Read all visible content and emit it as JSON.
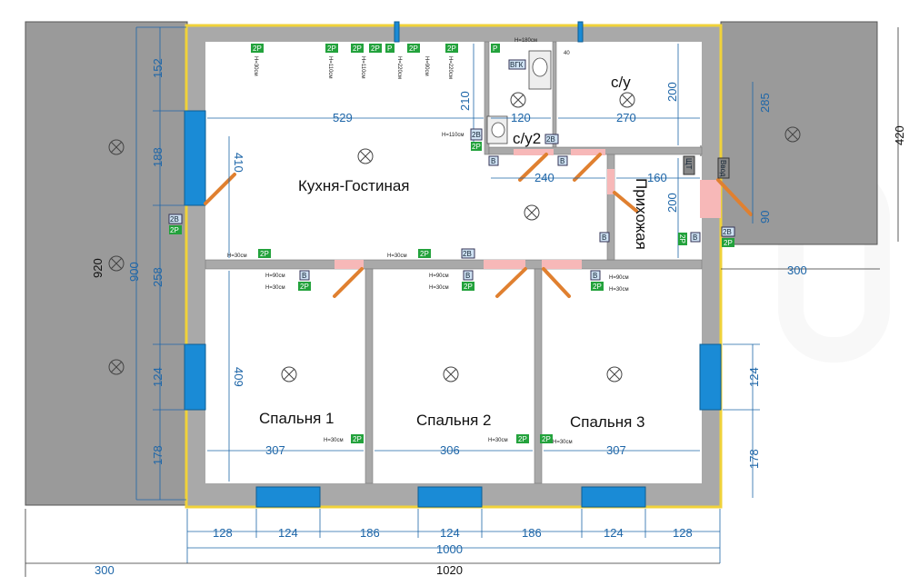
{
  "rooms": {
    "kitchen_living": "Кухня-Гостиная",
    "su": "с/у",
    "su2": "с/у2",
    "hall": "Прихожая",
    "bed1": "Спальня 1",
    "bed2": "Спальня 2",
    "bed3": "Спальня 3"
  },
  "dims": {
    "left_152": "152",
    "left_188": "188",
    "left_258": "258",
    "left_124": "124",
    "left_178": "178",
    "total_920": "920",
    "total_900": "900",
    "right_285": "285",
    "right_420": "420",
    "right_90": "90",
    "right_300": "300",
    "right_124": "124",
    "right_178": "178",
    "kitchen_529": "529",
    "kitchen_410": "410",
    "su2_120": "120",
    "su2_210": "210",
    "su_270": "270",
    "su_200": "200",
    "hall_240": "240",
    "hall_160": "160",
    "hall_200": "200",
    "bed_409": "409",
    "bed1_307": "307",
    "bed2_306": "306",
    "bed3_307": "307",
    "bot_128a": "128",
    "bot_124a": "124",
    "bot_186a": "186",
    "bot_124b": "124",
    "bot_186b": "186",
    "bot_124c": "124",
    "bot_128b": "128",
    "bot_1000": "1000",
    "bot_1020": "1020",
    "bot_300": "300",
    "top_180": "H=180см",
    "top_40": "40"
  },
  "sockets": {
    "s2p": "2P",
    "s2b": "2B",
    "sb": "B",
    "sp": "P",
    "vgk": "ВГК",
    "shcht": "ЩТ",
    "vvod": "Ввод",
    "h30": "H=30см",
    "h90": "H=90см",
    "h110": "H=110см",
    "h110a": "H=110см",
    "h110b": "H=110см",
    "h220": "H=220см"
  },
  "colors": {
    "wall": "#a9a9a9",
    "outline": "#f0d23a",
    "window": "#1a8bd6",
    "door": "#e08030",
    "terrace": "#9a9a9a",
    "socket": "#23a23c"
  }
}
